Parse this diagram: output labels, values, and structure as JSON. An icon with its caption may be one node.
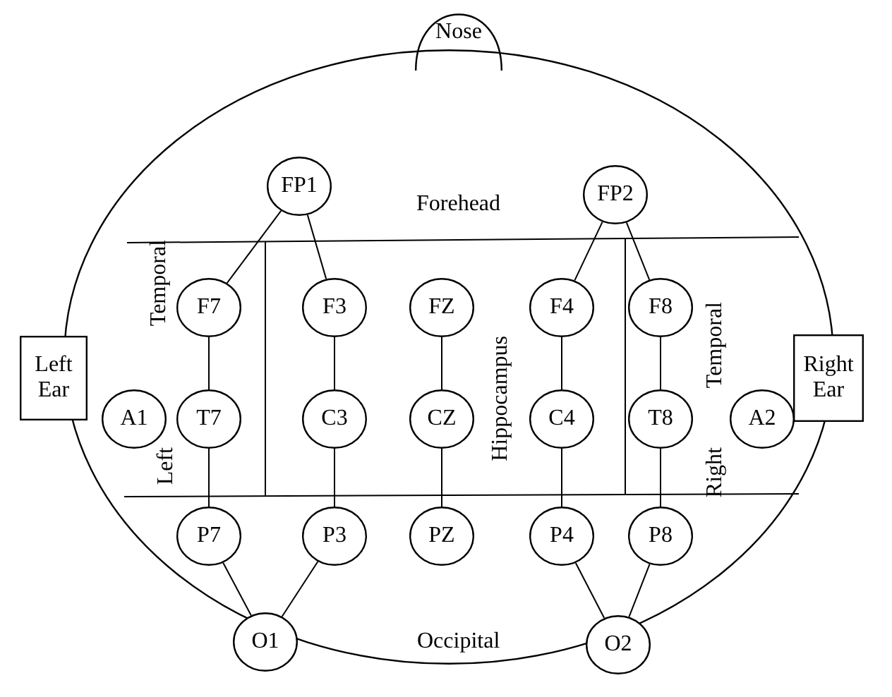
{
  "diagram": {
    "nodes": [
      {
        "text": [
          "Nose"
        ]
      },
      {
        "text": [],
        "shape": "circle"
      },
      {
        "text": [
          "FP1"
        ],
        "in": 1
      },
      {
        "text": [
          "FP2"
        ],
        "in": 1
      },
      {
        "text": [
          "Left Ear"
        ]
      },
      {
        "text": [
          "F7"
        ],
        "in": 1
      },
      {
        "text": [
          "F3"
        ],
        "in": 1
      },
      {
        "text": [
          "FZ"
        ],
        "in": 1
      },
      {
        "text": [
          "F4"
        ],
        "in": 1
      },
      {
        "text": [
          "F8"
        ],
        "in": 1
      },
      {
        "text": [
          "Right Ear"
        ]
      },
      {
        "text": [
          "A1"
        ],
        "in": 1
      },
      {
        "text": [
          "T7"
        ],
        "in": 1
      },
      {
        "text": [
          "C3"
        ],
        "in": 1
      },
      {
        "text": [
          "CZ"
        ],
        "in": 1
      },
      {
        "text": [
          "C4"
        ],
        "in": 1
      },
      {
        "text": [
          "T8"
        ],
        "in": 1
      },
      {
        "text": [
          "A2"
        ],
        "in": 1
      },
      {
        "text": [
          "P7"
        ],
        "in": 1
      },
      {
        "text": [
          "P3"
        ],
        "in": 1
      },
      {
        "text": [
          "PZ"
        ],
        "in": 1
      },
      {
        "text": [
          "P4"
        ],
        "in": 1
      },
      {
        "text": [
          "P8"
        ],
        "in": 1
      },
      {
        "text": [
          "O1"
        ],
        "in": 1
      },
      {
        "text": [
          "O2"
        ],
        "in": 1
      }
    ],
    "edges": [
      {
        "from": 2,
        "to": 5,
        "arrow": "none"
      },
      {
        "from": 2,
        "to": 6,
        "arrow": "none"
      },
      {
        "from": 3,
        "to": 8,
        "arrow": "none"
      },
      {
        "from": 3,
        "to": 9,
        "arrow": "none"
      },
      {
        "from": 5,
        "to": 12,
        "arrow": "none"
      },
      {
        "from": 12,
        "to": 18,
        "arrow": "none"
      },
      {
        "from": 6,
        "to": 13,
        "arrow": "none"
      },
      {
        "from": 13,
        "to": 19,
        "arrow": "none"
      },
      {
        "from": 7,
        "to": 14,
        "arrow": "none"
      },
      {
        "from": 14,
        "to": 20,
        "arrow": "none"
      },
      {
        "from": 8,
        "to": 15,
        "arrow": "none"
      },
      {
        "from": 15,
        "to": 21,
        "arrow": "none"
      },
      {
        "from": 9,
        "to": 16,
        "arrow": "none"
      },
      {
        "from": 16,
        "to": 22,
        "arrow": "none"
      },
      {
        "from": 18,
        "to": 23,
        "arrow": "none"
      },
      {
        "from": 19,
        "to": 23,
        "arrow": "none"
      },
      {
        "from": 21,
        "to": 24,
        "arrow": "none"
      },
      {
        "from": 22,
        "to": 24,
        "arrow": "none"
      }
    ],
    "labels": [
      "Forehead",
      "Temporal",
      "Temporal",
      "Left",
      "Hippocampus",
      "Right",
      "Occipital"
    ]
  }
}
